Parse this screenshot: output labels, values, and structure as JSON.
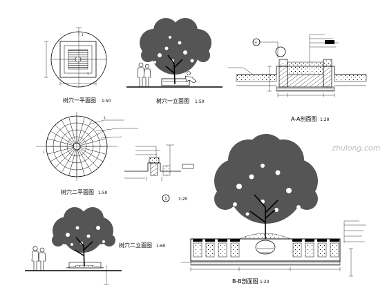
{
  "titles": {
    "plan1": "树穴一平面图",
    "elev1": "树穴一立面图",
    "sectAA": "A-A剖面图",
    "plan2": "树穴二平面图",
    "elev2": "树穴二立面图",
    "sectBB": "B-B剖面图",
    "detail1": "1"
  },
  "scales": {
    "plan1": "1:50",
    "elev1": "1:50",
    "sectAA": "1:20",
    "plan2": "1:50",
    "detail1": "1:20",
    "elev2": "1:60",
    "sectBB": "1:20"
  },
  "watermark": "zhulong.com",
  "colors": {
    "ink": "#000000",
    "paper": "#ffffff",
    "canopy": "#555555"
  }
}
